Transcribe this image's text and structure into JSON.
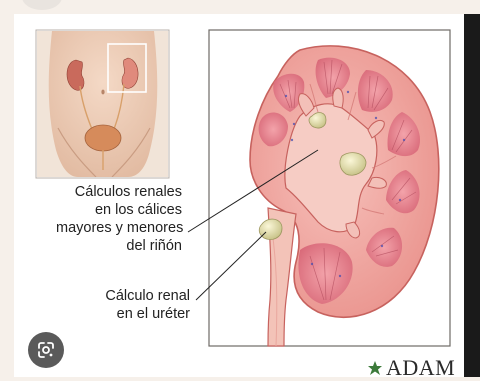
{
  "labels": {
    "calyx_stones": [
      "Cálculos renales",
      "en los cálices",
      "mayores y menores",
      "del riñón"
    ],
    "ureter_stone": [
      "Cálculo renal",
      "en el uréter"
    ]
  },
  "brand": {
    "name": "ADAM"
  },
  "overlay": {
    "lens_icon": "google-lens-icon"
  },
  "colors": {
    "background": "#f6f0ea",
    "card": "#ffffff",
    "cortex": "#f2a9a4",
    "medulla": "#e07b86",
    "stone": "#e6e2a8",
    "leader": "#222222"
  }
}
